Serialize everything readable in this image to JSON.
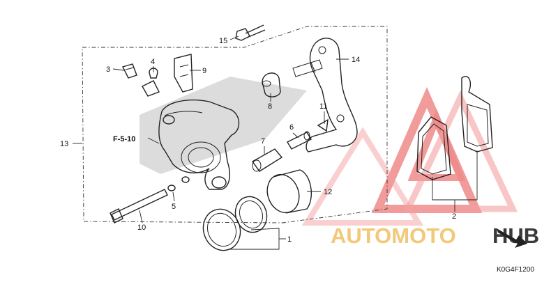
{
  "diagram": {
    "callouts": [
      "1",
      "2",
      "3",
      "4",
      "5",
      "6",
      "7",
      "8",
      "9",
      "10",
      "11",
      "12",
      "13",
      "14",
      "15"
    ],
    "reference": "F-5-10",
    "code": "K0G4F1200"
  },
  "watermark": {
    "part_orange": "AUTOMOTO",
    "part_dark": "HUB",
    "colors": {
      "orange": "#f2c879",
      "dark": "#3a3a3a",
      "red": "#e9686a"
    }
  }
}
